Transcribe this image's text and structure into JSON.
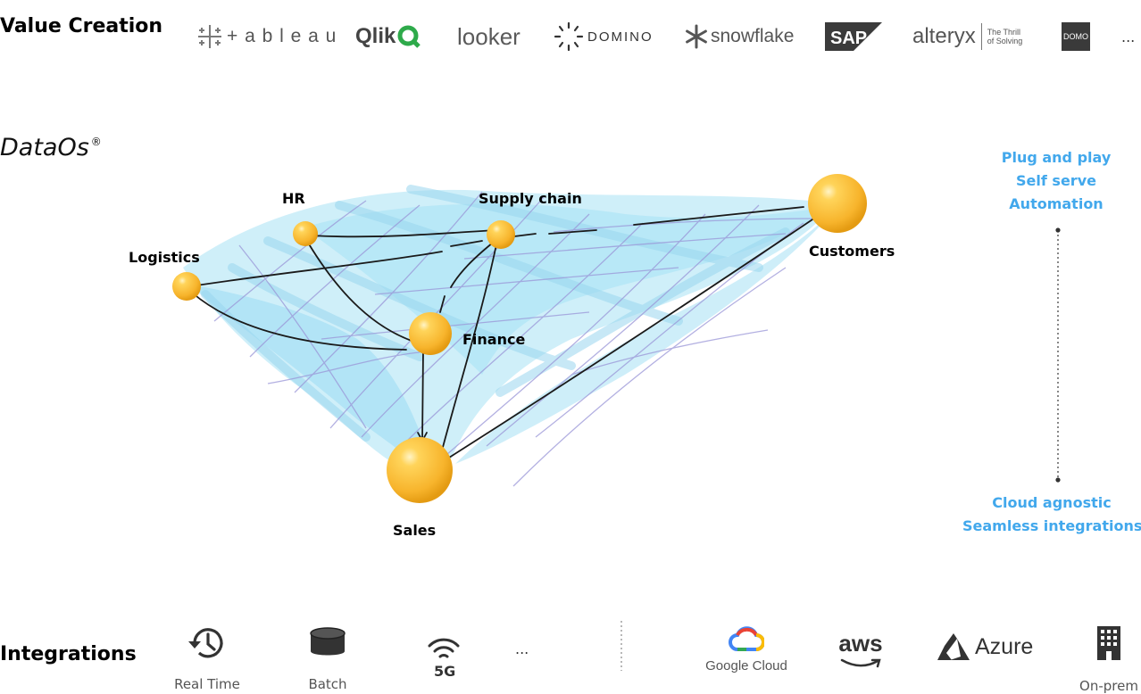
{
  "value_creation": {
    "title": "Value Creation",
    "logos": [
      {
        "name": "tableau",
        "text": "+ a b l e a u"
      },
      {
        "name": "qlik",
        "text": "Qlik"
      },
      {
        "name": "looker",
        "text": "looker"
      },
      {
        "name": "domino",
        "text": "DOMINO"
      },
      {
        "name": "snowflake",
        "text": "snowflake"
      },
      {
        "name": "sap",
        "text": "SAP"
      },
      {
        "name": "alteryx",
        "text": "alteryx",
        "tagline_1": "The Thrill",
        "tagline_2": "of Solving"
      },
      {
        "name": "domo",
        "text": "DOMO"
      }
    ],
    "more": "..."
  },
  "dataos": {
    "title": "DataOs",
    "mark": "®"
  },
  "diagram": {
    "nodes": {
      "hr": "HR",
      "supply_chain": "Supply chain",
      "logistics": "Logistics",
      "finance": "Finance",
      "customers": "Customers",
      "sales": "Sales"
    }
  },
  "features": {
    "top": [
      "Plug and play",
      "Self serve",
      "Automation"
    ],
    "bottom": [
      "Cloud agnostic",
      "Seamless integrations"
    ],
    "color": "#42a8ec"
  },
  "integrations": {
    "title": "Integrations",
    "items": [
      {
        "label": "Real Time",
        "icon": "history-icon"
      },
      {
        "label": "Batch",
        "icon": "database-icon"
      },
      {
        "label": "",
        "icon": "5g-icon",
        "glyph": "5G"
      },
      {
        "label": "",
        "icon": "more-icon",
        "glyph": "..."
      }
    ],
    "clouds": [
      {
        "label": "",
        "icon": "google-cloud-icon",
        "text": "Google Cloud"
      },
      {
        "label": "",
        "icon": "aws-icon",
        "text": "aws"
      },
      {
        "label": "",
        "icon": "azure-icon",
        "text": "Azure"
      },
      {
        "label": "On-prem",
        "icon": "building-icon"
      }
    ]
  }
}
